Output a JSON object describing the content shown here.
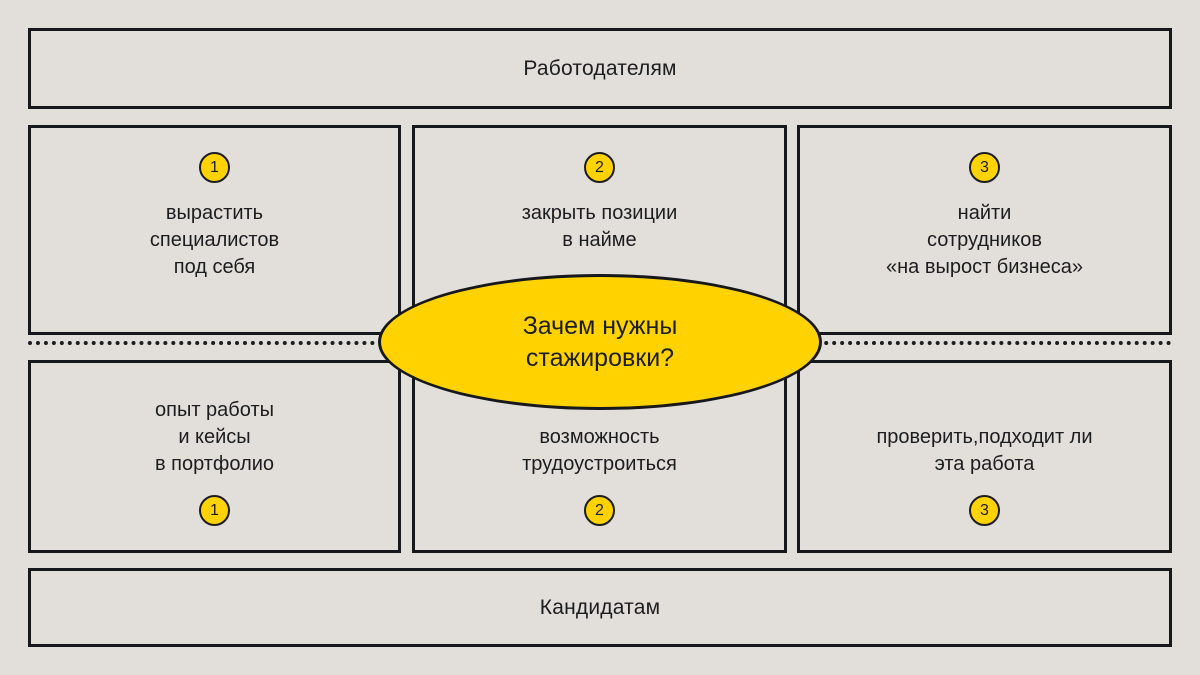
{
  "canvas": {
    "background_color": "#e2ded9",
    "accent_color": "#ffd200",
    "line_color": "#16181c",
    "text_color": "#1c1d20"
  },
  "banners": {
    "top": "Работодателям",
    "bottom": "Кандидатам"
  },
  "center": {
    "text": "Зачем нужны\nстажировки?",
    "shape": "ellipse"
  },
  "employer_items": [
    {
      "badge": "1",
      "text": "вырастить\nспециалистов\nпод себя"
    },
    {
      "badge": "2",
      "text": "закрыть позиции\nв найме"
    },
    {
      "badge": "3",
      "text": "найти\nсотрудников\n«на вырост бизнеса»"
    }
  ],
  "candidate_items": [
    {
      "badge": "1",
      "text": "опыт работы\nи кейсы\nв портфолио"
    },
    {
      "badge": "2",
      "text": "возможность\nтрудоустроиться"
    },
    {
      "badge": "3",
      "text": "проверить,подходит ли\nэта работа"
    }
  ]
}
